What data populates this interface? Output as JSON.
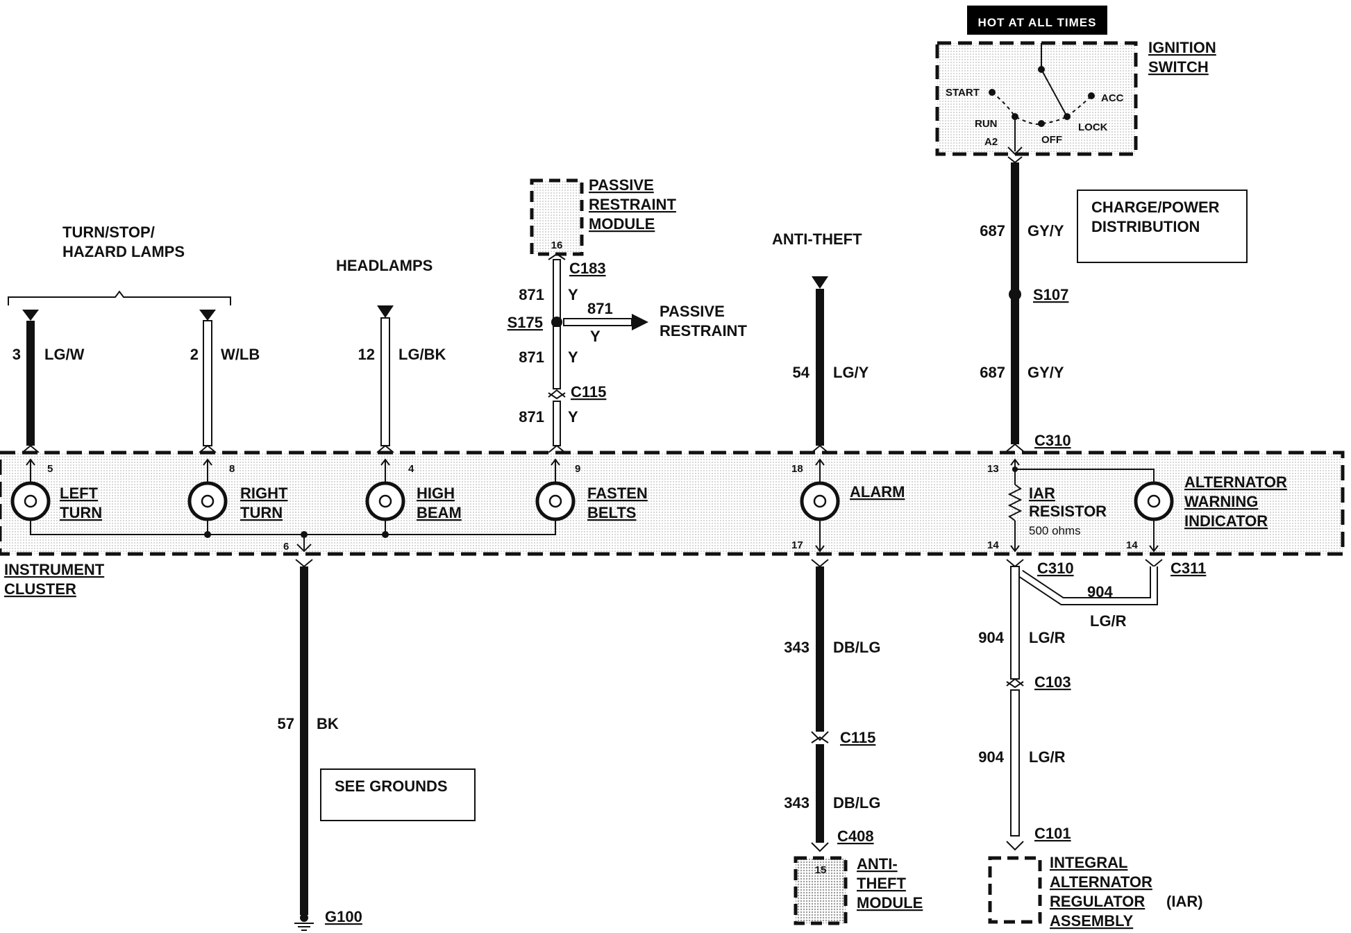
{
  "banner": "HOT AT ALL TIMES",
  "ignition_switch": {
    "title": [
      "IGNITION",
      "SWITCH"
    ],
    "positions": {
      "start": "START",
      "run": "RUN",
      "off": "OFF",
      "lock": "LOCK",
      "acc": "ACC"
    },
    "pin": "A2"
  },
  "charge_power_box": [
    "CHARGE/POWER",
    "DISTRIBUTION"
  ],
  "turn_lamps_title": [
    "TURN/STOP/",
    "HAZARD LAMPS"
  ],
  "headlamps_title": "HEADLAMPS",
  "anti_theft_title": "ANTI-THEFT",
  "passive_restraint_module": [
    "PASSIVE",
    "RESTRAINT",
    "MODULE"
  ],
  "passive_restraint_pin": "16",
  "passive_restraint_out": [
    "PASSIVE",
    "RESTRAINT"
  ],
  "connectors": {
    "c183": "C183",
    "s175": "S175",
    "c115_top": "C115",
    "c310_top": "C310",
    "s107": "S107",
    "c310_bottom": "C310",
    "c311": "C311",
    "c103": "C103",
    "c115_bottom": "C115",
    "c408": "C408",
    "c101": "C101",
    "g100": "G100"
  },
  "wires": {
    "left_turn": {
      "circuit": "3",
      "color": "LG/W"
    },
    "right_turn": {
      "circuit": "2",
      "color": "W/LB"
    },
    "headlamps": {
      "circuit": "12",
      "color": "LG/BK"
    },
    "restraint_1": {
      "circuit": "871",
      "color": "Y"
    },
    "restraint_branch": {
      "circuit": "871",
      "color": "Y"
    },
    "restraint_2": {
      "circuit": "871",
      "color": "Y"
    },
    "restraint_3": {
      "circuit": "871",
      "color": "Y"
    },
    "anti_theft": {
      "circuit": "54",
      "color": "LG/Y"
    },
    "power_1": {
      "circuit": "687",
      "color": "GY/Y"
    },
    "power_2": {
      "circuit": "687",
      "color": "GY/Y"
    },
    "ground": {
      "circuit": "57",
      "color": "BK"
    },
    "alarm_out_1": {
      "circuit": "343",
      "color": "DB/LG"
    },
    "alarm_out_2": {
      "circuit": "343",
      "color": "DB/LG"
    },
    "iar_branch": {
      "circuit": "904",
      "color": "LG/R"
    },
    "iar_1": {
      "circuit": "904",
      "color": "LG/R"
    },
    "iar_2": {
      "circuit": "904",
      "color": "LG/R"
    }
  },
  "cluster": {
    "title": [
      "INSTRUMENT",
      "CLUSTER"
    ],
    "lamps": [
      {
        "pin": "5",
        "label": [
          "LEFT",
          "TURN"
        ]
      },
      {
        "pin": "8",
        "label": [
          "RIGHT",
          "TURN"
        ]
      },
      {
        "pin": "4",
        "label": [
          "HIGH",
          "BEAM"
        ]
      },
      {
        "pin": "9",
        "label": [
          "FASTEN",
          "BELTS"
        ]
      },
      {
        "pin_in": "18",
        "pin_out": "17",
        "label": [
          "ALARM"
        ]
      }
    ],
    "ground_pin": "6",
    "resistor": {
      "pin_in": "13",
      "pin_out": "14",
      "label": [
        "IAR",
        "RESISTOR"
      ],
      "value": "500 ohms"
    },
    "alternator": {
      "pin": "14",
      "label": [
        "ALTERNATOR",
        "WARNING",
        "INDICATOR"
      ]
    }
  },
  "see_grounds": "SEE GROUNDS",
  "anti_theft_module": {
    "pin": "15",
    "label": [
      "ANTI-",
      "THEFT",
      "MODULE"
    ]
  },
  "iar_assembly": {
    "label": [
      "INTEGRAL",
      "ALTERNATOR",
      "REGULATOR",
      "ASSEMBLY"
    ],
    "suffix": "(IAR)"
  }
}
